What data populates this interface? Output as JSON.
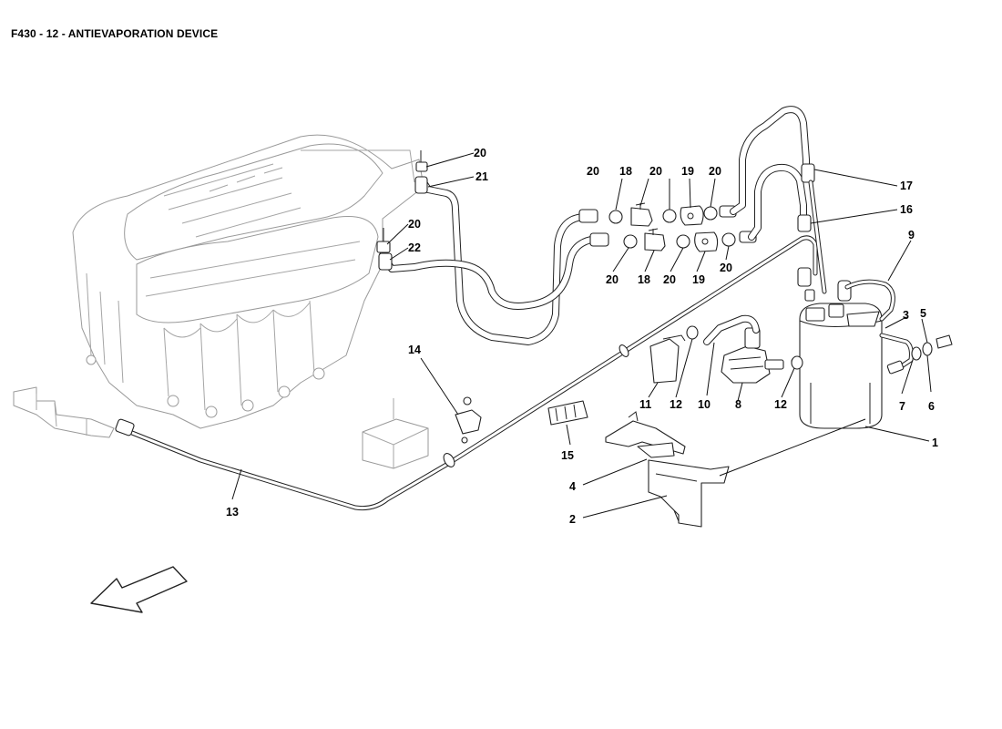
{
  "title": "F430 - 12 - ANTIEVAPORATION DEVICE",
  "callouts": {
    "c1": "1",
    "c2": "2",
    "c3": "3",
    "c4": "4",
    "c5": "5",
    "c6": "6",
    "c7": "7",
    "c8": "8",
    "c9": "9",
    "c10": "10",
    "c11": "11",
    "c12a": "12",
    "c12b": "12",
    "c13": "13",
    "c14": "14",
    "c15": "15",
    "c16": "16",
    "c17": "17",
    "c18a": "18",
    "c18b": "18",
    "c19a": "19",
    "c19b": "19",
    "c20a": "20",
    "c20b": "20",
    "c20c": "20",
    "c20d": "20",
    "c20e": "20",
    "c20f": "20",
    "c20g": "20",
    "c20h": "20",
    "c21": "21",
    "c22": "22"
  }
}
